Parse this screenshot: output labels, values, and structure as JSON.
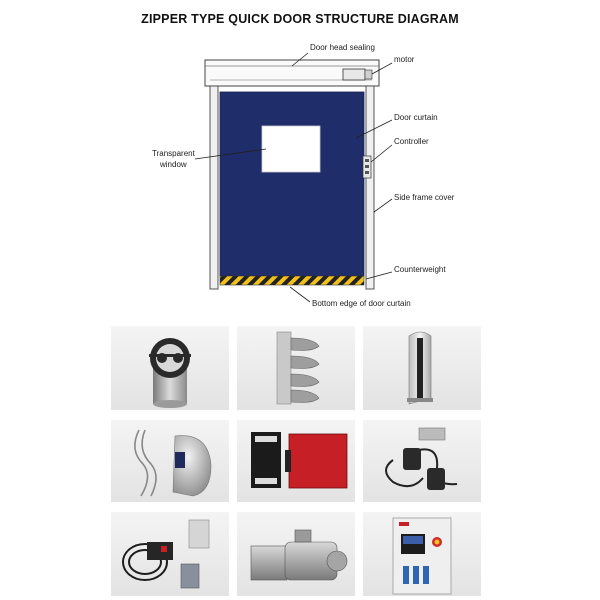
{
  "title": "ZIPPER TYPE QUICK DOOR STRUCTURE DIAGRAM",
  "labels": {
    "door_head_sealing": "Door head sealing",
    "motor": "motor",
    "door_curtain": "Door curtain",
    "controller": "Controller",
    "transparent_window_line1": "Transparent",
    "transparent_window_line2": "window",
    "side_frame_cover": "Side frame cover",
    "counterweight": "Counterweight",
    "bottom_edge": "Bottom edge of door curtain"
  },
  "colors": {
    "curtain": "#1f2d6b",
    "stripe_yellow": "#f2c21b",
    "stripe_dark": "#222222",
    "red_box": "#c62026"
  },
  "photos": [
    {
      "name": "aluminum-roller-profile"
    },
    {
      "name": "guide-rail-profile"
    },
    {
      "name": "side-frame-profile"
    },
    {
      "name": "cables-and-sensor-cover"
    },
    {
      "name": "relay-and-red-power-box"
    },
    {
      "name": "remote-cables-and-bracket"
    },
    {
      "name": "photocell-sensor-and-bracket"
    },
    {
      "name": "servo-motor-gearbox"
    },
    {
      "name": "control-box"
    }
  ]
}
